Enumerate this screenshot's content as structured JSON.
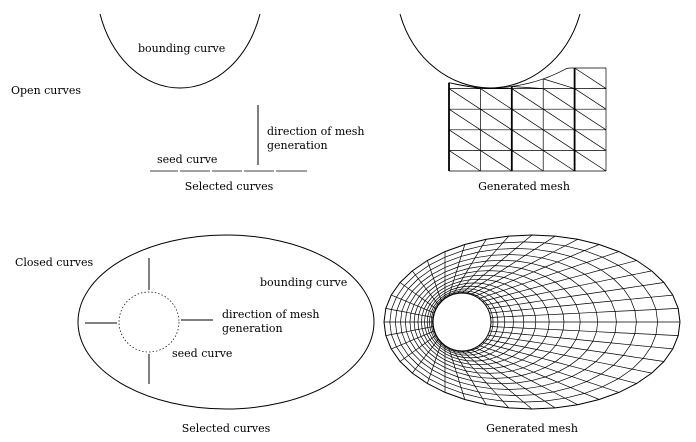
{
  "open": {
    "row_label": "Open curves",
    "bounding_label": "bounding curve",
    "direction_label_1": "direction of mesh",
    "direction_label_2": "generation",
    "seed_label": "seed curve",
    "left_caption": "Selected curves",
    "right_caption": "Generated mesh"
  },
  "closed": {
    "row_label": "Closed curves",
    "bounding_label": "bounding curve",
    "direction_label_1": "direction of mesh",
    "direction_label_2": "generation",
    "seed_label": "seed curve",
    "left_caption": "Selected curves",
    "right_caption": "Generated mesh"
  },
  "mesh": {
    "open_columns": 5,
    "open_rows": 5,
    "closed_radial_divisions": 40,
    "closed_layers": 14
  }
}
